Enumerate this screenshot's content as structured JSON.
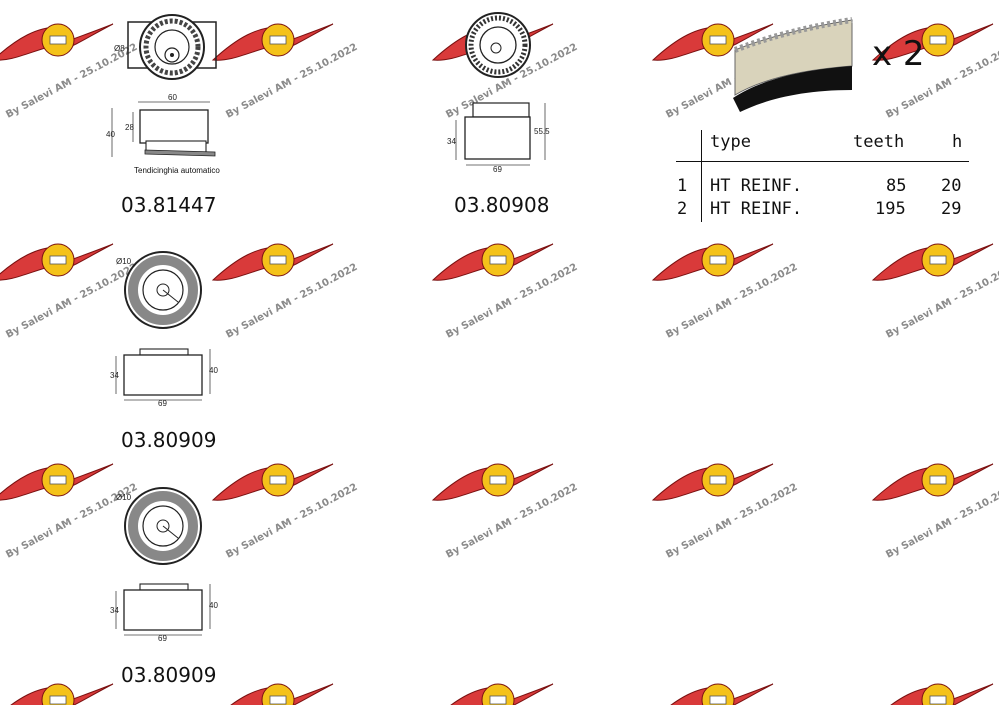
{
  "watermark": {
    "text": "By Salevi AM - 25.10.2022",
    "logo_colors": {
      "wing": "#d93a3a",
      "sun": "#f4c21a",
      "outline": "#7a1010"
    }
  },
  "parts": [
    {
      "code": "03.81447",
      "caption": "Tendicinghia automatico",
      "dims": {
        "top": "Ø8",
        "width": "60",
        "height": "40",
        "inner": "28"
      }
    },
    {
      "code": "03.80908",
      "dims": {
        "height": "34",
        "total": "55.5",
        "width": "69"
      }
    },
    {
      "code": "03.80909",
      "dims": {
        "dia": "Ø10",
        "height": "34",
        "total": "40",
        "width": "69"
      }
    },
    {
      "code": "03.80909",
      "dims": {
        "dia": "Ø10",
        "height": "34",
        "total": "40",
        "width": "69"
      }
    }
  ],
  "belt": {
    "quantity_label": "x 2",
    "headers": {
      "type": "type",
      "teeth": "teeth",
      "h": "h"
    },
    "rows": [
      {
        "idx": "1",
        "type": "HT REINF.",
        "teeth": "85",
        "h": "20"
      },
      {
        "idx": "2",
        "type": "HT REINF.",
        "teeth": "195",
        "h": "29"
      }
    ]
  }
}
